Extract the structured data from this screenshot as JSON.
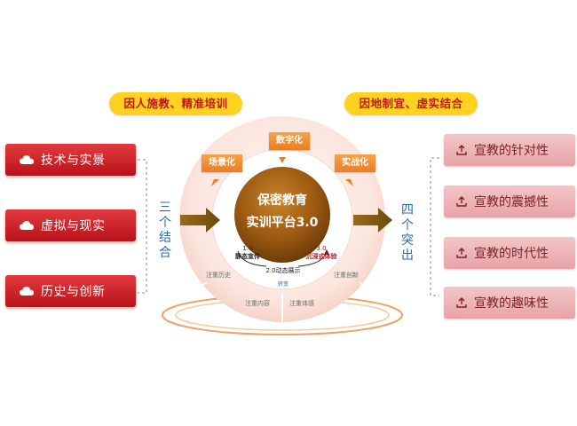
{
  "headers": {
    "left": "因人施教、精准培训",
    "right": "因地制宜、虚实结合"
  },
  "left_items": [
    {
      "label": "技术与实景",
      "icon": "cloud-icon"
    },
    {
      "label": "虚拟与现实",
      "icon": "cloud-icon"
    },
    {
      "label": "历史与创新",
      "icon": "cloud-icon"
    }
  ],
  "right_items": [
    {
      "label": "宣教的针对性",
      "icon": "upload-icon"
    },
    {
      "label": "宣教的震撼性",
      "icon": "upload-icon"
    },
    {
      "label": "宣教的时代性",
      "icon": "upload-icon"
    },
    {
      "label": "宣教的趣味性",
      "icon": "upload-icon"
    }
  ],
  "vertical_labels": {
    "left": [
      "三",
      "个",
      "结",
      "合"
    ],
    "right": [
      "四",
      "个",
      "突",
      "出"
    ]
  },
  "center": {
    "title_line1": "保密教育",
    "title_line2": "实训平台3.0"
  },
  "tags": {
    "top": "数字化",
    "left": "场景化",
    "right": "实战化"
  },
  "stages": {
    "s1_num": "1.0",
    "s1_label": "静态宣传",
    "s2_label": "2.0动态展示",
    "s3_num": "3.0",
    "s3_label": "沉浸式体验",
    "transform": "转变"
  },
  "ring_labels": {
    "history": "注重历史",
    "content": "注重内容",
    "experience": "注重体感",
    "innovation": "注重创新"
  },
  "colors": {
    "left_pill": "#c8161d",
    "right_pill": "#ecb1b4",
    "accent_yellow": "#ffd21f",
    "tag_orange": "#ef8a2c",
    "arrow_brown": "#8a5a12",
    "text_blue": "#2a6ab5"
  }
}
